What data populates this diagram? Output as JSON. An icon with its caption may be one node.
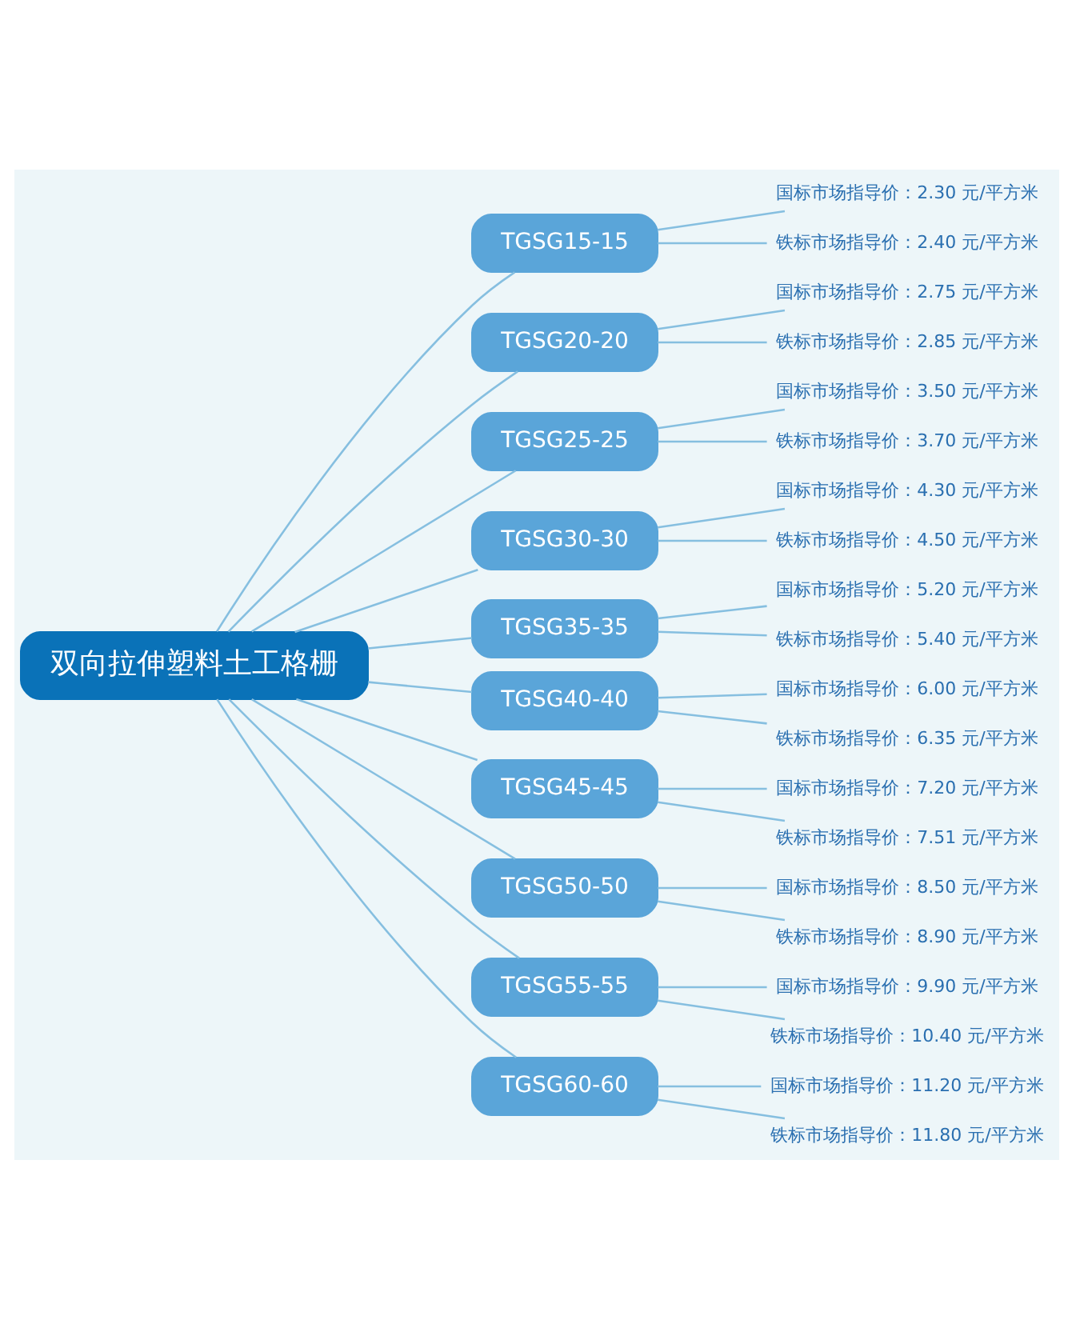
{
  "diagram": {
    "nodes": [
      {
        "text": [
          "双向拉伸塑料土工格栅"
        ]
      },
      {
        "text": [
          "TGSG15-15"
        ]
      },
      {
        "text": [
          "国标市场指导价：2.30 元/平方米"
        ]
      },
      {
        "text": [
          "铁标市场指导价：2.40 元/平方米"
        ]
      },
      {
        "text": [
          "TGSG20-20"
        ]
      },
      {
        "text": [
          "国标市场指导价：2.75 元/平方米"
        ]
      },
      {
        "text": [
          "铁标市场指导价：2.85 元/平方米"
        ]
      },
      {
        "text": [
          "TGSG25-25"
        ]
      },
      {
        "text": [
          "国标市场指导价：3.50 元/平方米"
        ]
      },
      {
        "text": [
          "铁标市场指导价：3.70 元/平方米"
        ]
      },
      {
        "text": [
          "TGSG30-30"
        ]
      },
      {
        "text": [
          "国标市场指导价：4.30 元/平方米"
        ]
      },
      {
        "text": [
          "铁标市场指导价：4.50 元/平方米"
        ]
      },
      {
        "text": [
          "TGSG35-35"
        ]
      },
      {
        "text": [
          "国标市场指导价：5.20 元/平方米"
        ]
      },
      {
        "text": [
          "铁标市场指导价：5.40 元/平方米"
        ]
      },
      {
        "text": [
          "TGSG40-40"
        ]
      },
      {
        "text": [
          "国标市场指导价：6.00 元/平方米"
        ]
      },
      {
        "text": [
          "铁标市场指导价：6.35 元/平方米"
        ]
      },
      {
        "text": [
          "TGSG45-45"
        ]
      },
      {
        "text": [
          "国标市场指导价：7.20 元/平方米"
        ]
      },
      {
        "text": [
          "铁标市场指导价：7.51 元/平方米"
        ]
      },
      {
        "text": [
          "TGSG50-50"
        ]
      },
      {
        "text": [
          "国标市场指导价：8.50 元/平方米"
        ]
      },
      {
        "text": [
          "铁标市场指导价：8.90 元/平方米"
        ]
      },
      {
        "text": [
          "TGSG55-55"
        ]
      },
      {
        "text": [
          "国标市场指导价：9.90 元/平方米"
        ]
      },
      {
        "text": [
          "铁标市场指导价：10.40 元/平方米"
        ]
      },
      {
        "text": [
          "TGSG60-60"
        ]
      },
      {
        "text": [
          "国标市场指导价：11.20 元/平方米"
        ]
      },
      {
        "text": [
          "铁标市场指导价：11.80 元/平方米"
        ]
      }
    ],
    "edges": [
      {
        "from": 0,
        "to": 1,
        "arrow": "none"
      },
      {
        "from": 1,
        "to": 2,
        "arrow": "none"
      },
      {
        "from": 1,
        "to": 3,
        "arrow": "none"
      },
      {
        "from": 0,
        "to": 4,
        "arrow": "none"
      },
      {
        "from": 4,
        "to": 5,
        "arrow": "none"
      },
      {
        "from": 4,
        "to": 6,
        "arrow": "none"
      },
      {
        "from": 0,
        "to": 7,
        "arrow": "none"
      },
      {
        "from": 7,
        "to": 8,
        "arrow": "none"
      },
      {
        "from": 7,
        "to": 9,
        "arrow": "none"
      },
      {
        "from": 0,
        "to": 10,
        "arrow": "none"
      },
      {
        "from": 10,
        "to": 11,
        "arrow": "none"
      },
      {
        "from": 10,
        "to": 12,
        "arrow": "none"
      },
      {
        "from": 0,
        "to": 13,
        "arrow": "none"
      },
      {
        "from": 13,
        "to": 14,
        "arrow": "none"
      },
      {
        "from": 13,
        "to": 15,
        "arrow": "none"
      },
      {
        "from": 0,
        "to": 16,
        "arrow": "none"
      },
      {
        "from": 16,
        "to": 17,
        "arrow": "none"
      },
      {
        "from": 16,
        "to": 18,
        "arrow": "none"
      },
      {
        "from": 0,
        "to": 19,
        "arrow": "none"
      },
      {
        "from": 19,
        "to": 20,
        "arrow": "none"
      },
      {
        "from": 19,
        "to": 21,
        "arrow": "none"
      },
      {
        "from": 0,
        "to": 22,
        "arrow": "none"
      },
      {
        "from": 22,
        "to": 23,
        "arrow": "none"
      },
      {
        "from": 22,
        "to": 24,
        "arrow": "none"
      },
      {
        "from": 0,
        "to": 25,
        "arrow": "none"
      },
      {
        "from": 25,
        "to": 26,
        "arrow": "none"
      },
      {
        "from": 25,
        "to": 27,
        "arrow": "none"
      },
      {
        "from": 0,
        "to": 28,
        "arrow": "none"
      },
      {
        "from": 28,
        "to": 29,
        "arrow": "none"
      },
      {
        "from": 28,
        "to": 30,
        "arrow": "none"
      }
    ]
  }
}
